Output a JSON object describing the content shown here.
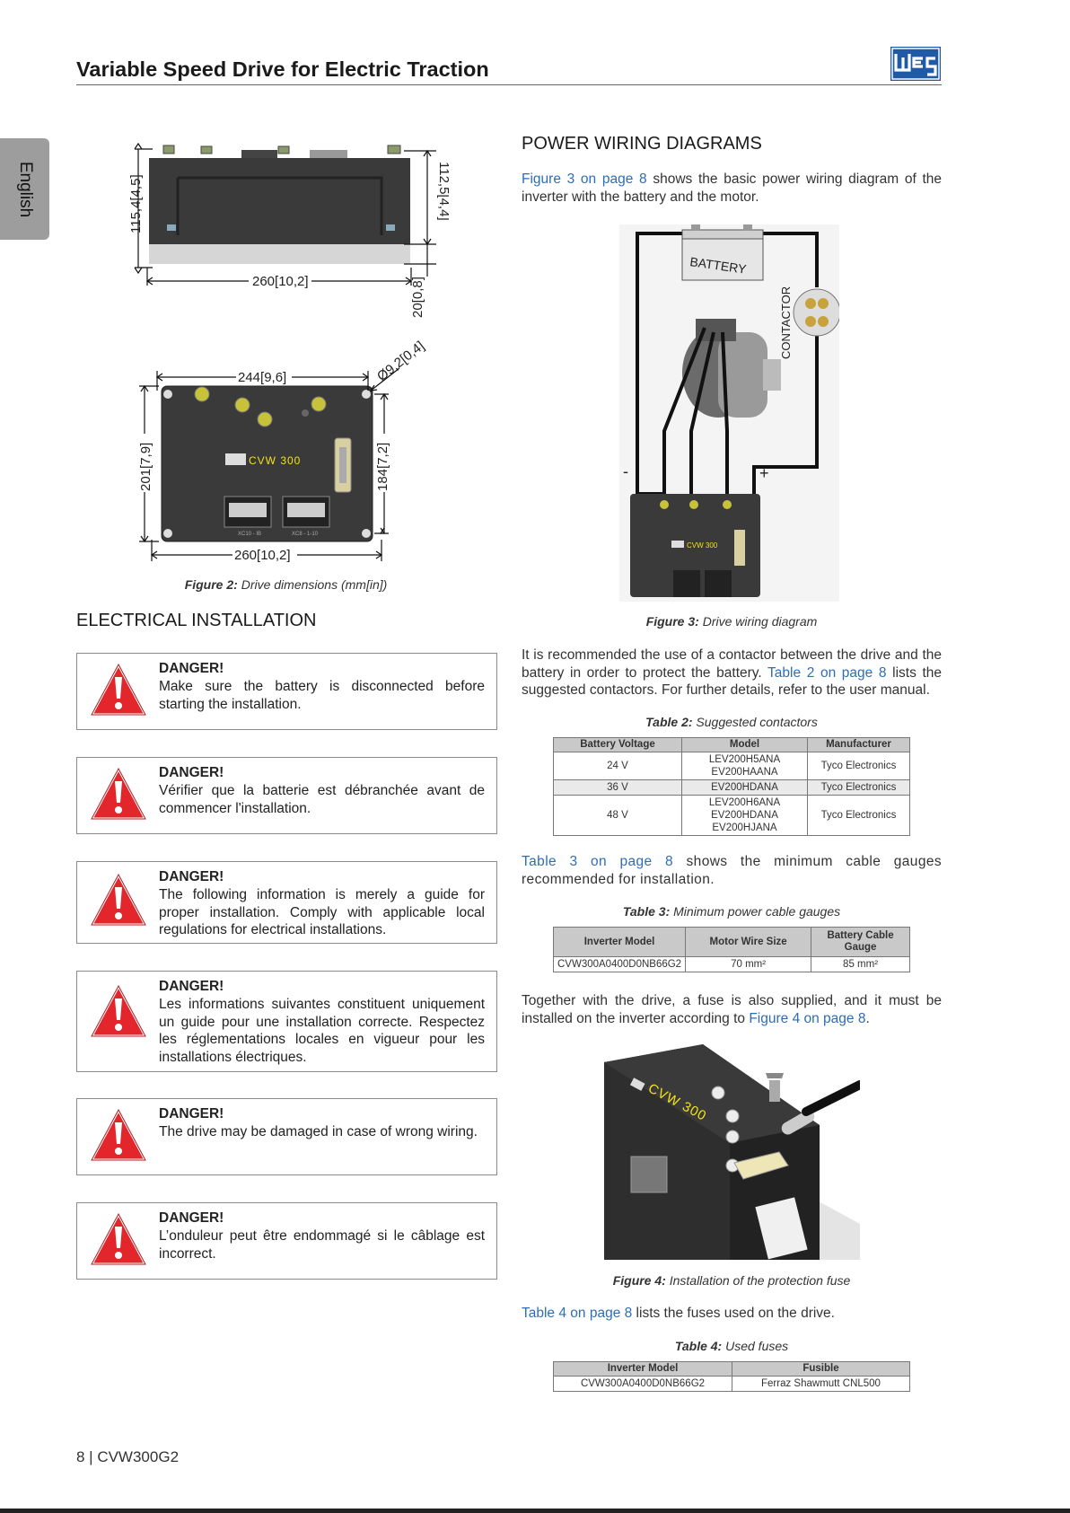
{
  "header": {
    "title": "Variable Speed Drive for Electric Traction",
    "logo_text": "WEG"
  },
  "side_tab": {
    "label": "English"
  },
  "figure2": {
    "caption_bold": "Figure 2:",
    "caption_text": " Drive dimensions (mm[in])",
    "dims": {
      "height_left": "115,4[4,5]",
      "height_right": "112,5[4,4]",
      "width_side": "260[10,2]",
      "base": "20[0,8]",
      "top_width": "244[9,6]",
      "hole": "Ø9,2[0,4]",
      "left_height": "201[7,9]",
      "right_height": "184[7,2]",
      "bottom_width": "260[10,2]"
    },
    "product_label": "CVW 300",
    "connector_labels": [
      "XC10 - IB",
      "XC8 - 1-10"
    ]
  },
  "electrical": {
    "heading": "ELECTRICAL INSTALLATION",
    "dangers": [
      {
        "title": "DANGER!",
        "text": "Make sure the battery is disconnected before starting the installation."
      },
      {
        "title": "DANGER!",
        "text": "Vérifier que la batterie est débranchée avant de commencer l'installation."
      },
      {
        "title": "DANGER!",
        "text": "The following information is merely a guide for proper installation. Comply with applicable local regulations for electrical installations."
      },
      {
        "title": "DANGER!",
        "text": "Les informations suivantes constituent uniquement un guide pour une installation correcte. Respectez les réglementations locales en vigueur pour les installations électriques."
      },
      {
        "title": "DANGER!",
        "text": "The drive may be damaged in case of wrong wiring."
      },
      {
        "title": "DANGER!",
        "text": "L’onduleur peut être endommagé si le câblage est incorrect."
      }
    ]
  },
  "power": {
    "heading": "POWER WIRING DIAGRAMS",
    "intro_link": "Figure 3 on page 8",
    "intro_text": " shows the basic power wiring diagram of the inverter with the battery and the motor.",
    "fig3": {
      "battery": "BATTERY",
      "contactor": "CONTACTOR",
      "minus": "-",
      "plus": "+",
      "product_label": "CVW 300",
      "caption_bold": "Figure 3:",
      "caption_text": " Drive wiring diagram"
    },
    "para2_a": "It is recommended the use of a contactor between the drive and the battery in order to protect the battery. ",
    "para2_link": "Table 2 on page 8",
    "para2_b": " lists the suggested contactors. For further details, refer to the user manual.",
    "table2": {
      "caption_bold": "Table 2:",
      "caption_text": " Suggested contactors",
      "headers": [
        "Battery Voltage",
        "Model",
        "Manufacturer"
      ],
      "rows": [
        {
          "voltage": "24 V",
          "models": [
            "LEV200H5ANA",
            "EV200HAANA"
          ],
          "manufacturer": "Tyco Electronics"
        },
        {
          "voltage": "36 V",
          "models": [
            "EV200HDANA"
          ],
          "manufacturer": "Tyco Electronics"
        },
        {
          "voltage": "48 V",
          "models": [
            "LEV200H6ANA",
            "EV200HDANA",
            "EV200HJANA"
          ],
          "manufacturer": "Tyco Electronics"
        }
      ]
    },
    "para3_link": "Table 3 on page 8",
    "para3_text": " shows the minimum cable gauges recommended for installation.",
    "table3": {
      "caption_bold": "Table 3:",
      "caption_text": " Minimum power cable gauges",
      "headers": [
        "Inverter Model",
        "Motor Wire Size",
        "Battery Cable Gauge"
      ],
      "row": [
        "CVW300A0400D0NB66G2",
        "70 mm²",
        "85 mm²"
      ]
    },
    "para4_a": "Together with the drive, a fuse is also supplied, and it must be installed on the inverter according to ",
    "para4_link": "Figure 4 on page 8",
    "para4_b": ".",
    "fig4": {
      "caption_bold": "Figure 4:",
      "caption_text": " Installation of the protection fuse",
      "product_label": "CVW 300"
    },
    "para5_link": "Table 4 on page 8",
    "para5_text": " lists the fuses used on the drive.",
    "table4": {
      "caption_bold": "Table 4:",
      "caption_text": " Used fuses",
      "headers": [
        "Inverter Model",
        "Fusible"
      ],
      "row": [
        "CVW300A0400D0NB66G2",
        "Ferraz Shawmutt CNL500"
      ]
    }
  },
  "footer": {
    "text": "8 | CVW300G2"
  },
  "colors": {
    "link": "#2f6db5",
    "danger_red": "#e3262b",
    "logo_blue": "#1f5aa6",
    "drive_yellow": "#f2e21b"
  }
}
